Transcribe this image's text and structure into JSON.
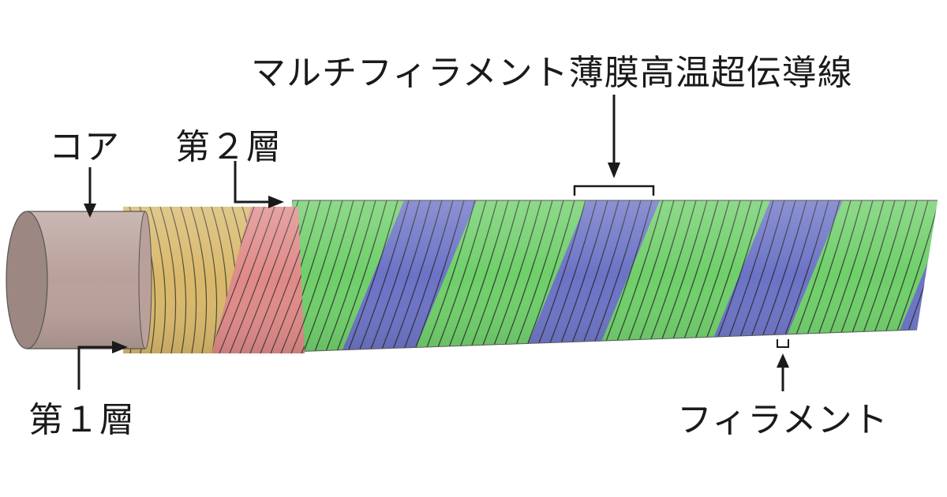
{
  "labels": {
    "title": "マルチフィラメント薄膜高温超伝導線",
    "core": "コア",
    "layer2": "第２層",
    "layer1": "第１層",
    "filament": "フィラメント"
  },
  "colors": {
    "core": "#b9a09a",
    "core_end": "#9c8782",
    "layer1": "#d8b86a",
    "layer2": "#df8a88",
    "filament_green": "#6fcf6a",
    "filament_blue": "#6c73c6",
    "stripe": "#222222",
    "arrow": "#1a1a1a"
  },
  "icons": {
    "arrows": "arrow-down-icon",
    "bracket": "bracket-icon"
  }
}
